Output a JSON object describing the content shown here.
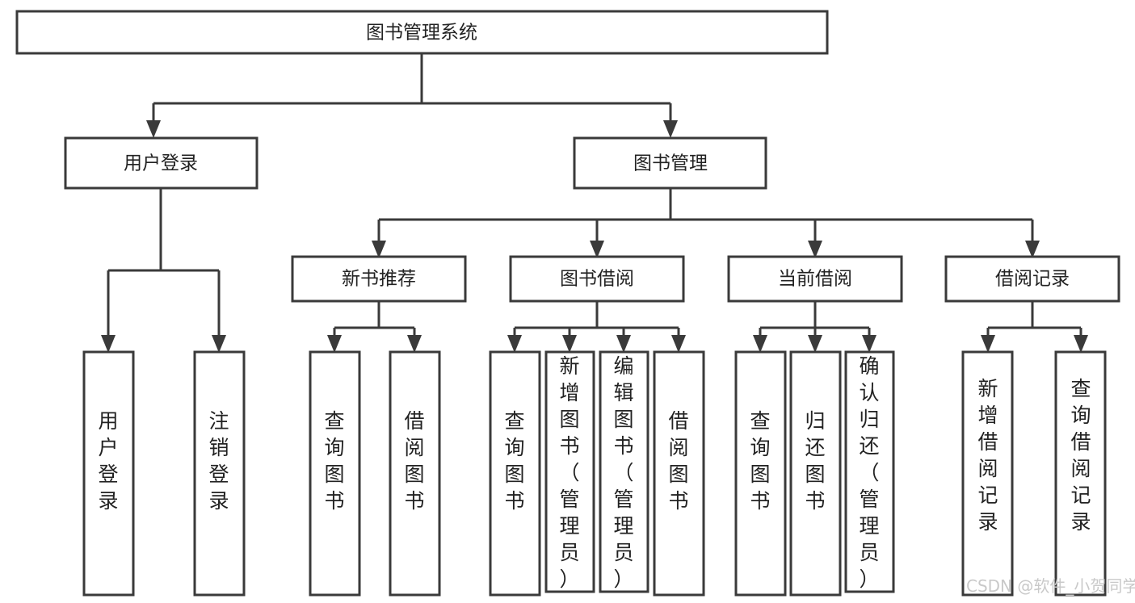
{
  "diagram": {
    "type": "tree-structure-chart",
    "title": "图书管理系统",
    "orientation": "top-down",
    "colors": {
      "box_fill": "#ffffff",
      "box_stroke": "#3a3a3a",
      "text": "#222222",
      "watermark": "#c9c9c9",
      "background": "#ffffff"
    },
    "levels": [
      {
        "level": 1,
        "nodes": [
          {
            "id": "root",
            "label": "图书管理系统",
            "orientation": "horizontal"
          }
        ]
      },
      {
        "level": 2,
        "nodes": [
          {
            "id": "login",
            "label": "用户登录",
            "orientation": "horizontal",
            "parent": "root"
          },
          {
            "id": "bookmgmt",
            "label": "图书管理",
            "orientation": "horizontal",
            "parent": "root"
          }
        ]
      },
      {
        "level": 3,
        "nodes": [
          {
            "id": "newbook",
            "label": "新书推荐",
            "orientation": "horizontal",
            "parent": "bookmgmt"
          },
          {
            "id": "borrow",
            "label": "图书借阅",
            "orientation": "horizontal",
            "parent": "bookmgmt"
          },
          {
            "id": "current",
            "label": "当前借阅",
            "orientation": "horizontal",
            "parent": "bookmgmt"
          },
          {
            "id": "records",
            "label": "借阅记录",
            "orientation": "horizontal",
            "parent": "bookmgmt"
          }
        ]
      },
      {
        "level": 4,
        "nodes": [
          {
            "id": "leaf-user-login",
            "label": "用户登录",
            "orientation": "vertical",
            "parent": "login"
          },
          {
            "id": "leaf-logout",
            "label": "注销登录",
            "orientation": "vertical",
            "parent": "login"
          },
          {
            "id": "leaf-query-book-1",
            "label": "查询图书",
            "orientation": "vertical",
            "parent": "newbook"
          },
          {
            "id": "leaf-borrow-book-1",
            "label": "借阅图书",
            "orientation": "vertical",
            "parent": "newbook"
          },
          {
            "id": "leaf-query-book-2",
            "label": "查询图书",
            "orientation": "vertical",
            "parent": "borrow"
          },
          {
            "id": "leaf-add-book",
            "label": "新增图书（管理员）",
            "orientation": "vertical",
            "parent": "borrow"
          },
          {
            "id": "leaf-edit-book",
            "label": "编辑图书（管理员）",
            "orientation": "vertical",
            "parent": "borrow"
          },
          {
            "id": "leaf-borrow-book-2",
            "label": "借阅图书",
            "orientation": "vertical",
            "parent": "borrow"
          },
          {
            "id": "leaf-query-book-3",
            "label": "查询图书",
            "orientation": "vertical",
            "parent": "current"
          },
          {
            "id": "leaf-return-book",
            "label": "归还图书",
            "orientation": "vertical",
            "parent": "current"
          },
          {
            "id": "leaf-confirm-return",
            "label": "确认归还（管理员）",
            "orientation": "vertical",
            "parent": "current"
          },
          {
            "id": "leaf-add-record",
            "label": "新增借阅记录",
            "orientation": "vertical",
            "parent": "records"
          },
          {
            "id": "leaf-query-record",
            "label": "查询借阅记录",
            "orientation": "vertical",
            "parent": "records"
          }
        ]
      }
    ]
  },
  "watermark": {
    "text": "CSDN @软件_小贺同学"
  }
}
